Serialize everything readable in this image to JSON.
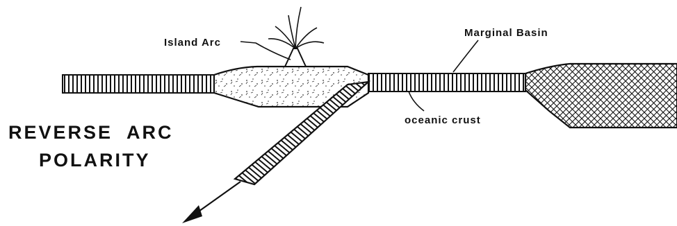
{
  "labels": {
    "island_arc": "Island Arc",
    "marginal_basin": "Marginal Basin",
    "oceanic_crust": "oceanic crust",
    "title_line1": "REVERSE  ARC",
    "title_line2": "POLARITY"
  },
  "colors": {
    "ink": "#111111",
    "background": "#ffffff"
  }
}
